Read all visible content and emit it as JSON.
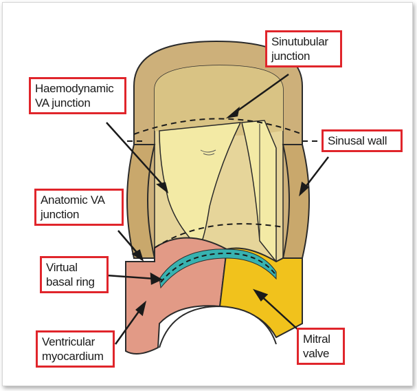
{
  "labels": {
    "sinutubular": [
      "Sinutubular",
      "junction"
    ],
    "haemodynamic": [
      "Haemodynamic",
      "VA junction"
    ],
    "sinusal_wall": [
      "Sinusal wall"
    ],
    "anatomic": [
      "Anatomic VA",
      "junction"
    ],
    "virtual_ring": [
      "Virtual",
      "basal ring"
    ],
    "ventricular": [
      "Ventricular",
      "myocardium"
    ],
    "mitral": [
      "Mitral",
      "valve"
    ]
  },
  "colors": {
    "wall": "#cdb07a",
    "wall_dark": "#b89a62",
    "leaflet": "#f3eaa5",
    "myocardium": "#e29a86",
    "mitral": "#f1c21c",
    "ring": "#37b2b0",
    "label_border": "#e0252b"
  }
}
